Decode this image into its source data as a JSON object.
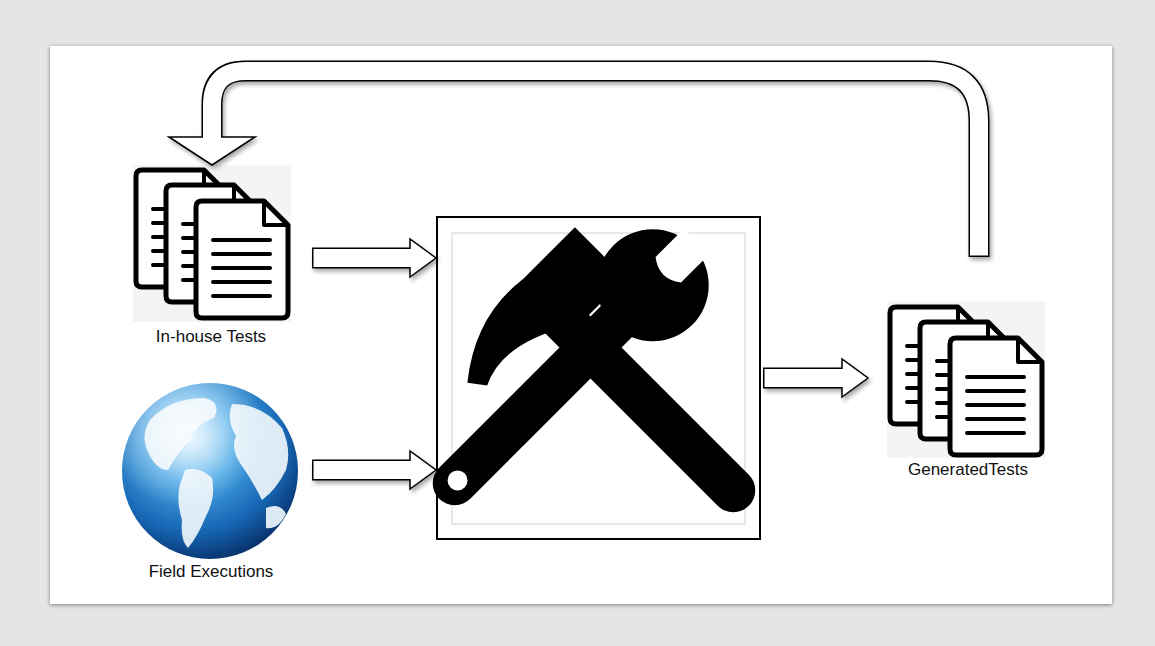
{
  "diagram": {
    "nodes": [
      {
        "text": [
          "In-house Tests"
        ]
      },
      {
        "text": [
          "Field Executions"
        ]
      },
      {
        "text": []
      },
      {
        "text": [
          "GeneratedTests"
        ]
      }
    ],
    "edges": [
      {
        "from": 0,
        "to": 2,
        "arrow": "to"
      },
      {
        "from": 1,
        "to": 2,
        "arrow": "to"
      },
      {
        "from": 2,
        "to": 3,
        "arrow": "to"
      },
      {
        "from": 3,
        "to": 0,
        "arrow": "to"
      }
    ]
  }
}
